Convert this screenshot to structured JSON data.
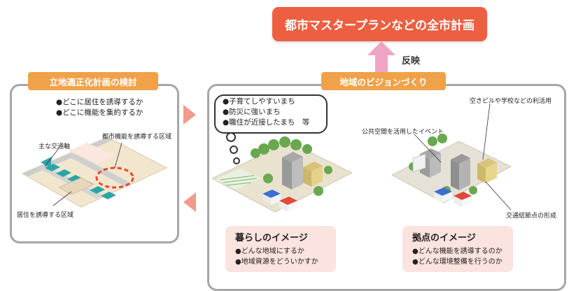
{
  "top_banner": {
    "label": "都市マスタープランなどの全市計画"
  },
  "reflection_label": "反映",
  "left_panel": {
    "title": "立地適正化計画の検討",
    "bullets": [
      "どこに居住を誘導するか",
      "どこに機能を集約するか"
    ],
    "labels": {
      "main_axis": "主な交通軸",
      "urban_area": "都市機能を誘導する区域",
      "residence_area": "居住を誘導する区域"
    }
  },
  "right_panel": {
    "title": "地域のビジョンづくり",
    "bubble": [
      "子育てしやすいまち",
      "防災に強いまち",
      "職住が近接したまち　等"
    ],
    "labels": {
      "event": "公共空間を活用したイベント",
      "vacant": "空きビルや学校などの利活用",
      "node": "交通結節点の形成"
    },
    "life_box": {
      "title": "暮らしのイメージ",
      "lines": [
        "どんな地域にするか",
        "地域資源をどういかすか"
      ]
    },
    "hub_box": {
      "title": "拠点のイメージ",
      "lines": [
        "どんな機能を誘導するのか",
        "どんな環境整備を行うのか"
      ]
    }
  },
  "colors": {
    "banner": "#ec5f41",
    "ribbon": "#f0a24a",
    "pink": "#fbe3df",
    "arrow": "#f39a8c",
    "teal": "#2aa5a8"
  }
}
